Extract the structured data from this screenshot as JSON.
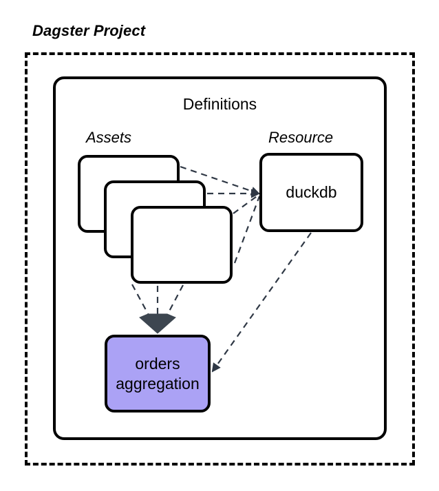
{
  "diagram": {
    "title": "Dagster Project",
    "container_label": "Definitions",
    "groups": [
      {
        "key": "assets",
        "label": "Assets"
      },
      {
        "key": "resource",
        "label": "Resource"
      }
    ],
    "asset_stack": {
      "name": "asset-card-stack",
      "count": 3,
      "cards": [
        {
          "label": ""
        },
        {
          "label": ""
        },
        {
          "label": ""
        }
      ]
    },
    "resource_node": {
      "label": "duckdb"
    },
    "downstream_node": {
      "line1": "orders",
      "line2": "aggregation",
      "fill": "#aba2f5",
      "stroke": "#000000"
    },
    "edges": {
      "stroke": "#2f3845",
      "style": "dashed",
      "arrowhead_fill": "#3d4650",
      "connections": [
        {
          "from": "asset-card-1",
          "to": "duckdb"
        },
        {
          "from": "asset-card-2",
          "to": "duckdb"
        },
        {
          "from": "asset-card-3",
          "to": "duckdb"
        },
        {
          "from": "asset-card-3",
          "to": "duckdb-lower"
        },
        {
          "from": "asset-card-2",
          "to": "orders-aggregation"
        },
        {
          "from": "asset-card-3",
          "to": "orders-aggregation"
        },
        {
          "from": "asset-card-3b",
          "to": "orders-aggregation"
        },
        {
          "from": "duckdb",
          "to": "orders-aggregation"
        }
      ]
    },
    "colors": {
      "background": "#ffffff",
      "boundary_stroke": "#000000",
      "node_stroke": "#000000",
      "node_fill": "#ffffff",
      "highlight_fill": "#aba2f5",
      "edge_stroke": "#2f3845"
    }
  }
}
